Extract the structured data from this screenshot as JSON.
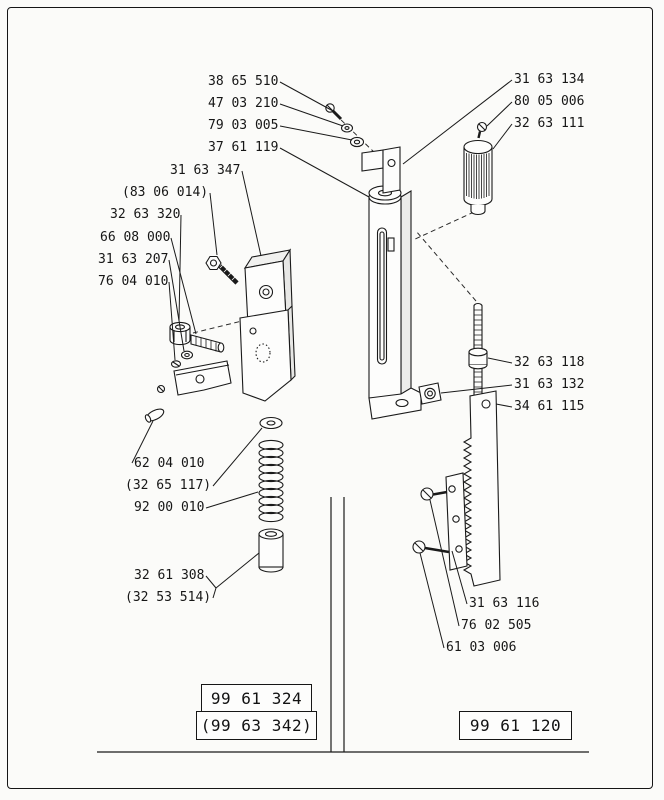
{
  "sheet": {
    "background": "#fbfbf9",
    "ink": "#1a1a1a",
    "description": "Exploded-view spare parts drawing with part numbers"
  },
  "labels": [
    {
      "part": "38 65 510"
    },
    {
      "part": "47 03 210"
    },
    {
      "part": "79 03 005"
    },
    {
      "part": "37 61 119"
    },
    {
      "part": "31 63 347"
    },
    {
      "part": "(83 06 014)"
    },
    {
      "part": "32 63 320"
    },
    {
      "part": "66 08 000"
    },
    {
      "part": "31 63 207"
    },
    {
      "part": "76 04 010"
    },
    {
      "part": "31 63 134"
    },
    {
      "part": "80 05 006"
    },
    {
      "part": "32 63 111"
    },
    {
      "part": "32 63 118"
    },
    {
      "part": "31 63 132"
    },
    {
      "part": "34 61 115"
    },
    {
      "part": "62 04 010"
    },
    {
      "part": "(32 65 117)"
    },
    {
      "part": "92 00 010"
    },
    {
      "part": "32 61 308"
    },
    {
      "part": "(32 53 514)"
    },
    {
      "part": "31 63 116"
    },
    {
      "part": "76 02 505"
    },
    {
      "part": "61 03 006"
    }
  ],
  "ref_boxes": [
    {
      "text": "99 61 324"
    },
    {
      "text": "(99 63 342)"
    },
    {
      "text": "99 61 120"
    }
  ]
}
